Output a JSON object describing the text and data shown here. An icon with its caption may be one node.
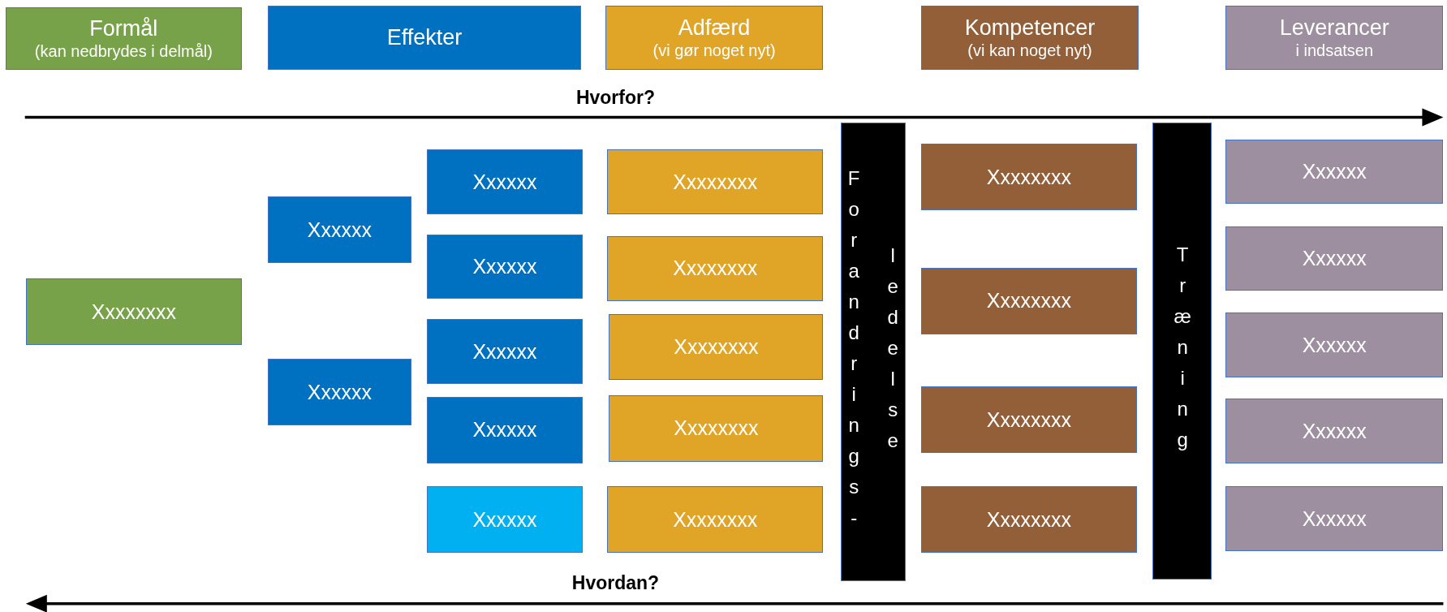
{
  "diagram": {
    "nodes": [
      {
        "text": [
          "Formål",
          "(kan nedbrydes i delmål)"
        ]
      },
      {
        "text": [
          "Effekter"
        ]
      },
      {
        "text": [
          "Adfærd",
          "(vi gør noget nyt)"
        ]
      },
      {
        "text": [
          "Kompetencer",
          "(vi kan noget nyt)"
        ]
      },
      {
        "text": [
          "Leverancer",
          "i indsatsen"
        ]
      },
      {
        "text": [
          "Xxxxxxxx"
        ]
      },
      {
        "text": [
          "Xxxxxx"
        ]
      },
      {
        "text": [
          "Xxxxxx"
        ]
      },
      {
        "text": [
          "Xxxxxx"
        ]
      },
      {
        "text": [
          "Xxxxxx"
        ]
      },
      {
        "text": [
          "Xxxxxx"
        ]
      },
      {
        "text": [
          "Xxxxxx"
        ]
      },
      {
        "text": [
          "Xxxxxx"
        ]
      },
      {
        "text": [
          "Xxxxxxxx"
        ]
      },
      {
        "text": [
          "Xxxxxxxx"
        ]
      },
      {
        "text": [
          "Xxxxxxxx"
        ]
      },
      {
        "text": [
          "Xxxxxxxx"
        ]
      },
      {
        "text": [
          "Xxxxxxxx"
        ]
      },
      {
        "text": [
          "Forandrings-ledelse"
        ]
      },
      {
        "text": [
          "Xxxxxxxx"
        ]
      },
      {
        "text": [
          "Xxxxxxxx"
        ]
      },
      {
        "text": [
          "Xxxxxxxx"
        ]
      },
      {
        "text": [
          "Xxxxxxxx"
        ]
      },
      {
        "text": [
          "Træning"
        ]
      },
      {
        "text": [
          "Xxxxxx"
        ]
      },
      {
        "text": [
          "Xxxxxx"
        ]
      },
      {
        "text": [
          "Xxxxxx"
        ]
      },
      {
        "text": [
          "Xxxxxx"
        ]
      },
      {
        "text": [
          "Xxxxxx"
        ]
      }
    ],
    "labels": [
      "Hvorfor?",
      "Hvordan?"
    ]
  }
}
